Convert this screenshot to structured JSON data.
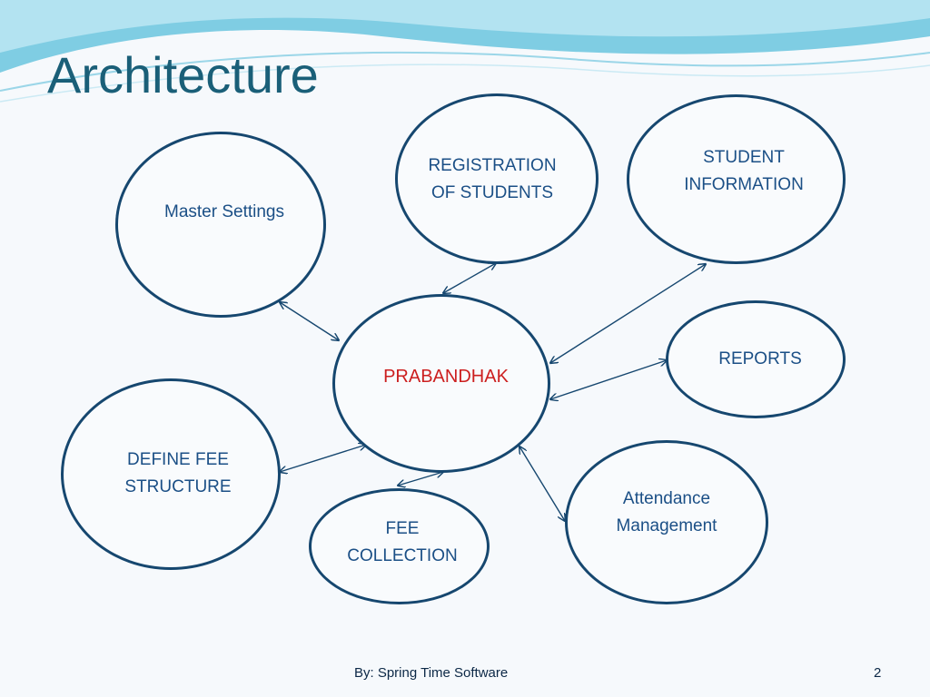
{
  "title": "Architecture",
  "nodes": {
    "center": {
      "label": "PRABANDHAK",
      "color": "#cc1f1f"
    },
    "master_settings": {
      "label": "Master Settings"
    },
    "registration": {
      "line1": "REGISTRATION",
      "line2": "OF STUDENTS"
    },
    "student_information": {
      "line1": "STUDENT",
      "line2": "INFORMATION"
    },
    "reports": {
      "label": "REPORTS"
    },
    "attendance": {
      "line1": "Attendance",
      "line2": "Management"
    },
    "fee_collection": {
      "line1": "FEE",
      "line2": "COLLECTION"
    },
    "define_fee_structure": {
      "line1": "DEFINE FEE",
      "line2": "STRUCTURE"
    }
  },
  "footer": {
    "credit": "By: Spring Time Software",
    "page": "2"
  },
  "colors": {
    "title": "#1a5f78",
    "outline": "#16476f",
    "text": "#1b4f86",
    "wave": "#7fcde3"
  }
}
